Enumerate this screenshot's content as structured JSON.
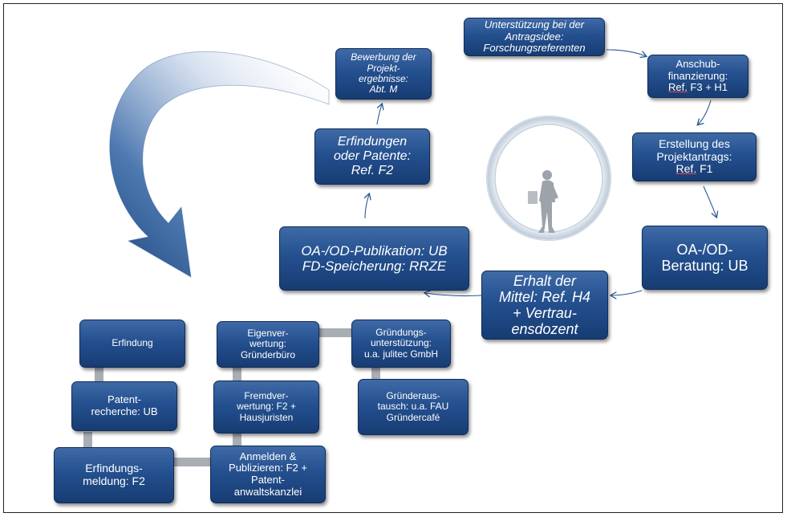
{
  "cycle": {
    "unterstuetzung": "Unterstützung bei der\nAntragsidee:\nForschungsreferenten",
    "anschub": "Anschub-\nfinanzierung:",
    "anschub_ref": "Ref.",
    "anschub_rest": " F3 + H1",
    "erstellung": "Erstellung des\nProjektantrags:",
    "erstellung_ref": "Ref.",
    "erstellung_rest": " F1",
    "beratung": "OA-/OD-\nBeratung: UB",
    "erhalt": "Erhalt der\nMittel: Ref. H4\n+ Vertrau-\nensdozent",
    "publikation": "OA-/OD-Publikation: UB\nFD-Speicherung: RRZE",
    "erfindungen": "Erfindungen\noder Patente:\nRef. F2",
    "bewerbung": "Bewerbung der\nProjekt-\nergebnisse:\nAbt. M"
  },
  "process": {
    "erfindung": "Erfindung",
    "patentrecherche": "Patent-\nrecherche: UB",
    "erfindungsmeldung": "Erfindungs-\nmeldung: F2",
    "eigenverwertung": "Eigenver-\nwertung:\nGründerbüro",
    "fremdverwertung": "Fremdver-\nwertung: F2 +\nHausjuristen",
    "anmelden": "Anmelden &\nPublizieren: F2 +\nPatent-\nanwaltskanzlei",
    "gruendungsunterstuetzung": "Gründungs-\nunterstützung:\nu.a. julitec GmbH",
    "gruenderaustausch": "Gründeraus-\ntausch: u.a. FAU\nGründercafé"
  },
  "icons": [
    "big-curved-arrow-icon",
    "person-with-clock-icon"
  ],
  "colors": {
    "box_top": "#3f6aa6",
    "box_bottom": "#173c73",
    "connector": "#a9aeb5",
    "arrow": "#2b5a92"
  }
}
